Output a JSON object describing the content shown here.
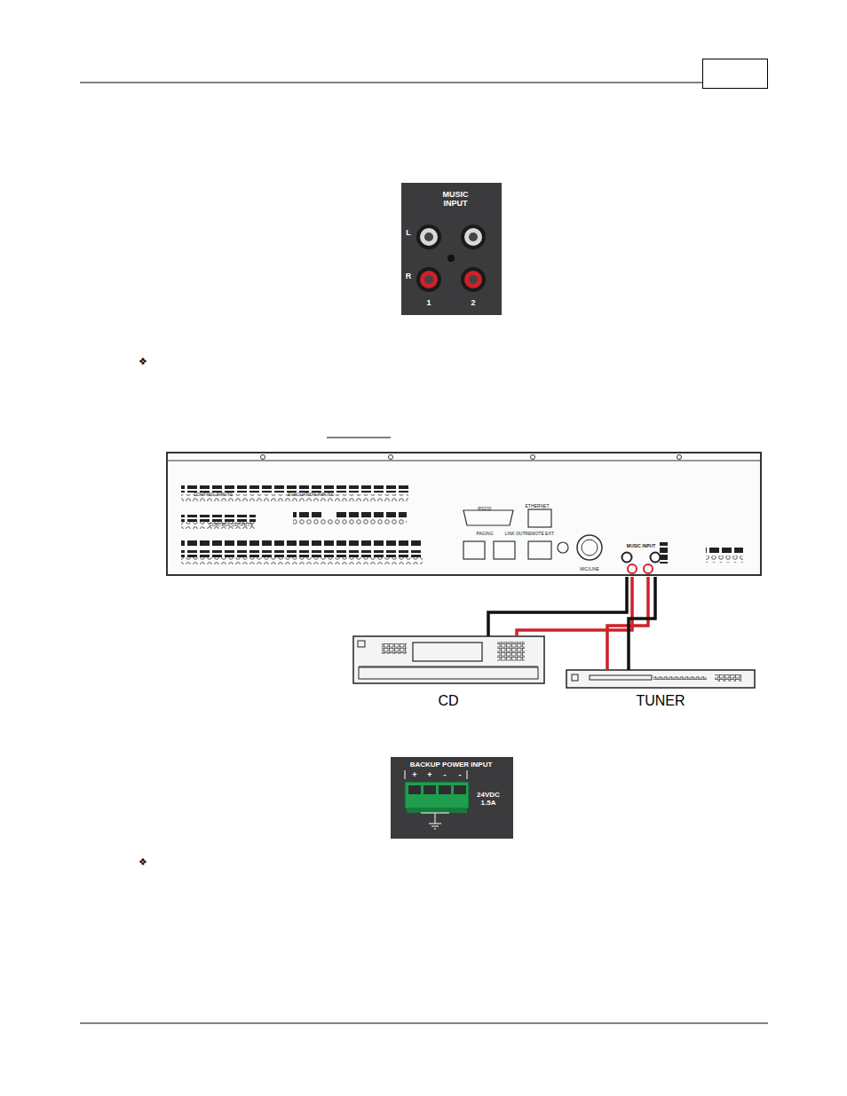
{
  "diagram": {
    "nodes": [
      {
        "text": [
          "CONTROL INPUTS",
          "EVACUATION INPUTS",
          "CONTROL OUTPUTS",
          "RS232",
          "ETHERNET",
          "PAGING",
          "LINK OUT",
          "REMOTE EXT.",
          "MIC/LINE"
        ]
      },
      {
        "text": [
          "MUSIC INPUT"
        ],
        "in": 0
      },
      {
        "text": [
          "CD"
        ]
      },
      {
        "text": [
          "TUNER"
        ]
      }
    ],
    "edges": [
      {
        "from": 2,
        "to": 1,
        "arrow": "none"
      },
      {
        "from": 2,
        "to": 1,
        "arrow": "none"
      },
      {
        "from": 3,
        "to": 1,
        "arrow": "none"
      },
      {
        "from": 3,
        "to": 1,
        "arrow": "none"
      }
    ],
    "labels": [
      "MUSIC INPUT",
      "L",
      "R",
      "1",
      "2",
      "❖",
      "BACKUP POWER INPUT",
      "+",
      "+",
      "-",
      "-",
      "24VDC 1.5A",
      "❖"
    ]
  }
}
